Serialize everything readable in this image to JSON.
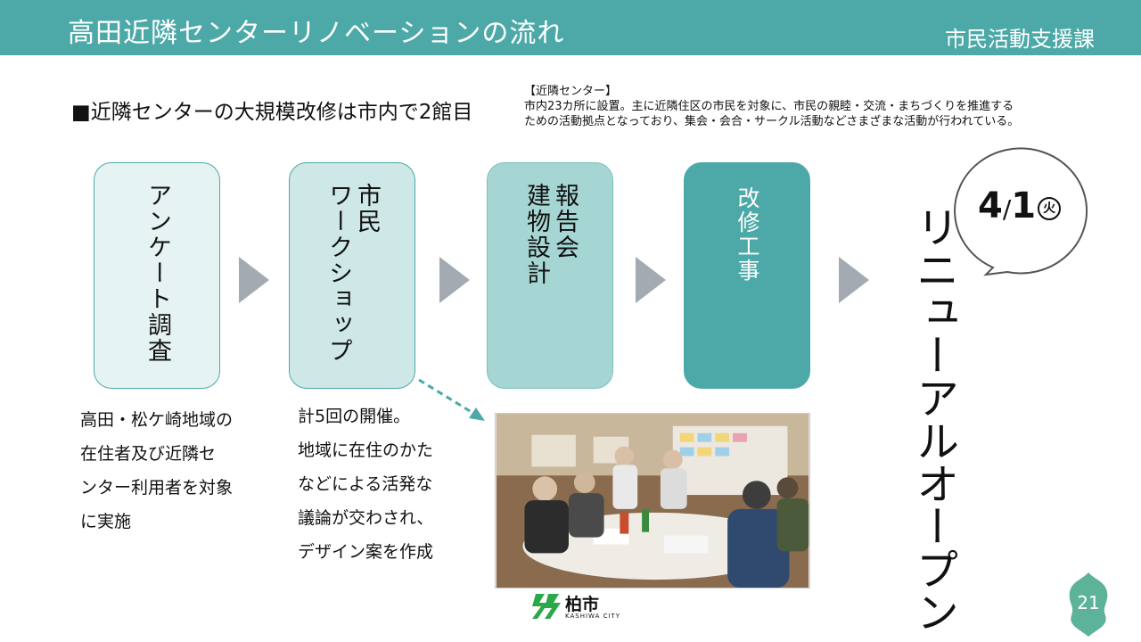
{
  "header": {
    "title": "高田近隣センターリノベーションの流れ",
    "department": "市民活動支援課"
  },
  "subhead": "■近隣センターの大規模改修は市内で2館目",
  "note": {
    "heading": "【近隣センター】",
    "line1": "市内23カ所に設置。主に近隣住区の市民を対象に、市民の親睦・交流・まちづくりを推進する",
    "line2": "ための活動拠点となっており、集会・会合・サークル活動などさまざまな活動が行われている。"
  },
  "steps": [
    {
      "label": "アンケート調査"
    },
    {
      "label": "市民\nワークショップ"
    },
    {
      "label": "報告会\n建物設計"
    },
    {
      "label": "改修工事"
    }
  ],
  "descriptions": {
    "survey": [
      "高田・松ケ崎地域の",
      "在住者及び近隣セ",
      "ンター利用者を対象",
      "に実施"
    ],
    "workshop": [
      "計5回の開催。",
      "地域に在住のかた",
      "などによる活発な",
      "議論が交わされ、",
      "デザイン案を作成"
    ]
  },
  "opening": {
    "date_main": "4",
    "date_slash": "/",
    "date_day": "1",
    "weekday": "火",
    "label": "リニューアルオープン"
  },
  "logo": {
    "name": "柏市",
    "sub": "KASHIWA CITY",
    "accent": "#2aa84a"
  },
  "page_number": "21",
  "colors": {
    "accent": "#4ca9a8",
    "arrow": "#a3aab1"
  }
}
